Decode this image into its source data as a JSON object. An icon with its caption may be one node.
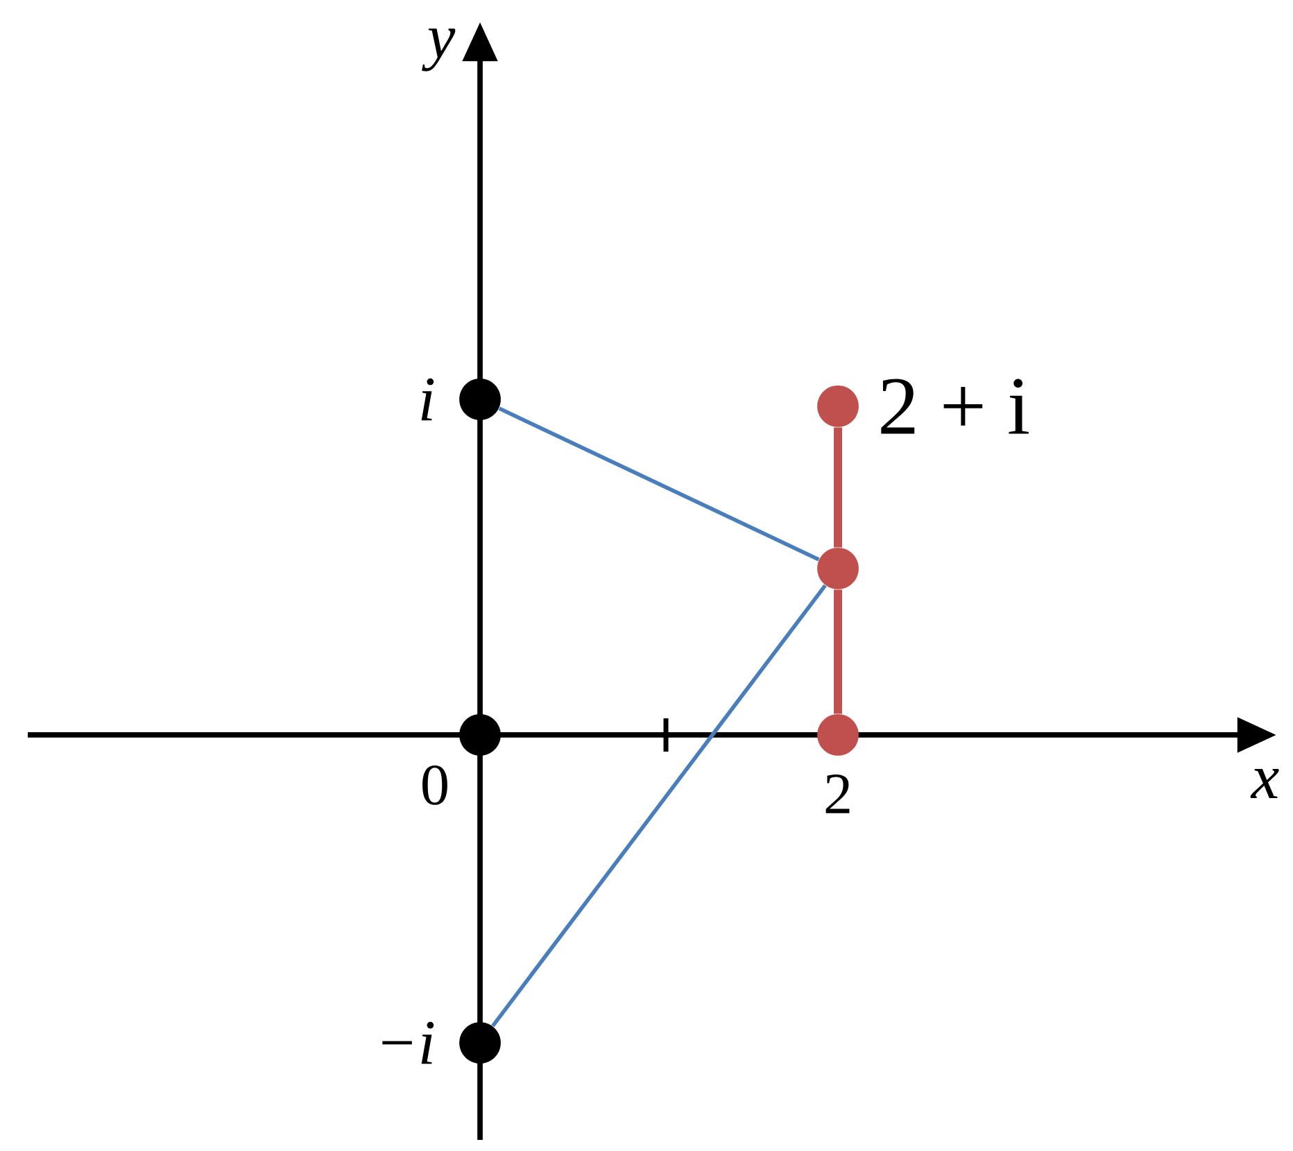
{
  "diagram": {
    "nodes": [
      {
        "text": [
          "i"
        ]
      },
      {
        "text": [
          "−i"
        ]
      },
      {
        "text": [
          "0"
        ]
      },
      {
        "text": [
          "2"
        ]
      },
      {
        "text": [],
        "shape": "circle"
      },
      {
        "text": [
          "2 + i"
        ]
      }
    ],
    "edges": [
      {
        "from": 0,
        "to": 4,
        "arrow": "none"
      },
      {
        "from": 1,
        "to": 4,
        "arrow": "none"
      },
      {
        "from": 3,
        "to": 4,
        "arrow": "none",
        "style": "thick",
        "color": "#c0504d"
      },
      {
        "from": 4,
        "to": 5,
        "arrow": "none",
        "style": "thick",
        "color": "#c0504d"
      }
    ],
    "labels": [
      "y",
      "x"
    ]
  }
}
